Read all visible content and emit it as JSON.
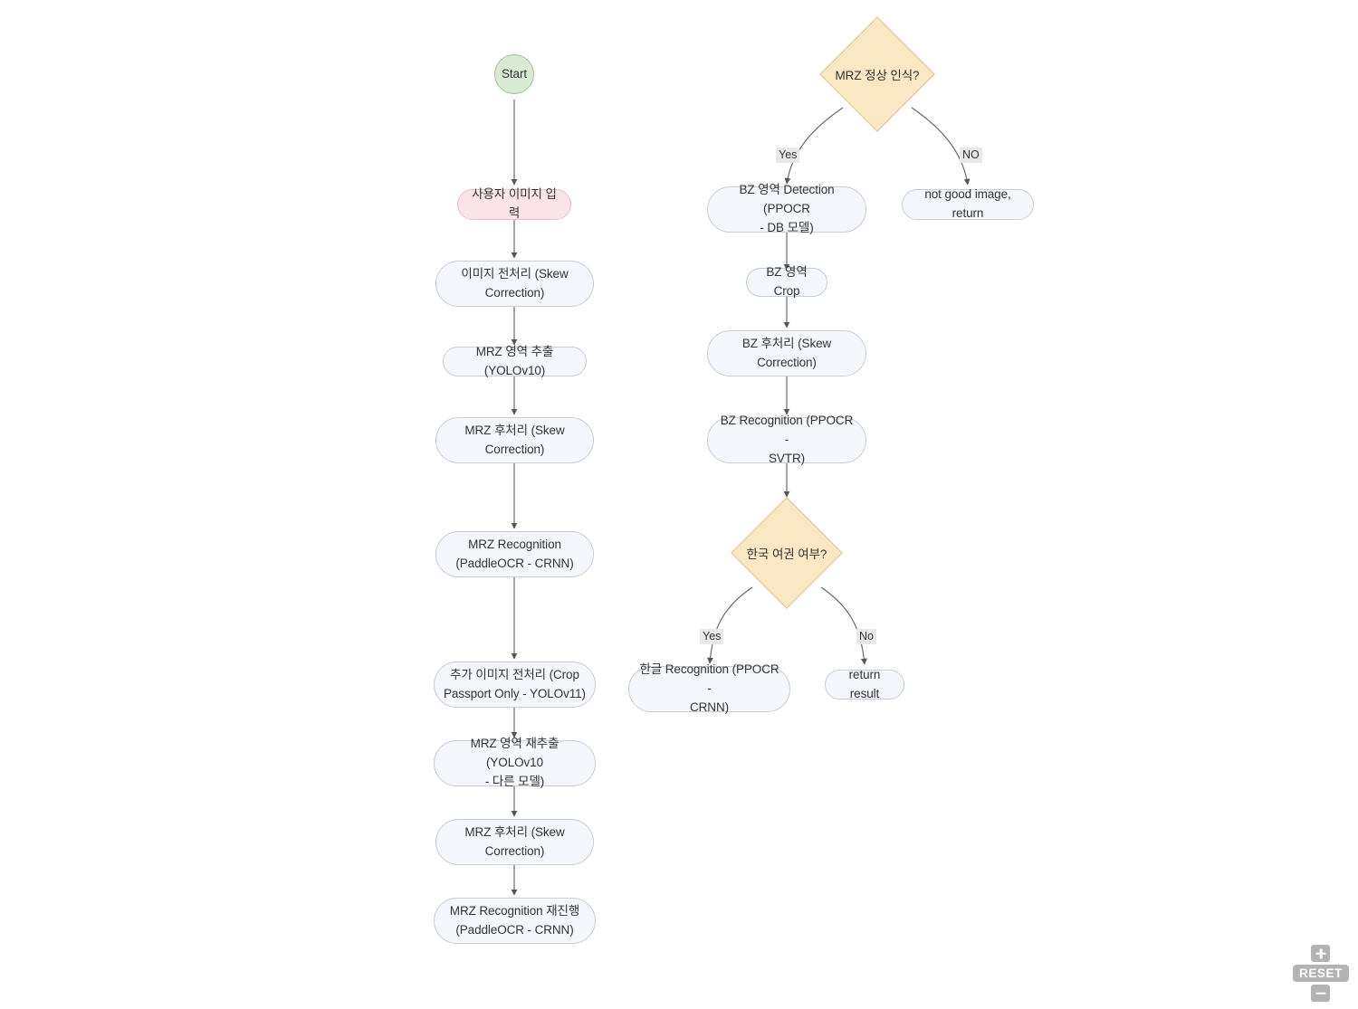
{
  "diagram": {
    "type": "flowchart",
    "title": "Passport MRZ / BZ OCR Pipeline",
    "background": "#ffffff",
    "colors": {
      "process_fill": "#f4f8fc",
      "process_stroke": "#c9cdd4",
      "start_fill": "#d9ead3",
      "start_stroke": "#a8bfa0",
      "input_fill": "#fbe4e8",
      "input_stroke": "#e7bfc8",
      "decision_fill": "#fae7c3",
      "decision_stroke": "#e0c79a",
      "edge_stroke": "#666666",
      "edge_label_bg": "#e8e8e8",
      "text": "#333333"
    },
    "nodes": {
      "start": {
        "label": "Start",
        "shape": "circle",
        "style": "start"
      },
      "user_image_input": {
        "label": "사용자 이미지 입력",
        "shape": "stadium",
        "style": "input"
      },
      "image_preprocess": {
        "label": "이미지 전처리 (Skew\nCorrection)",
        "shape": "stadium",
        "style": "process"
      },
      "mrz_extract": {
        "label": "MRZ 영역 추출 (YOLOv10)",
        "shape": "stadium",
        "style": "process"
      },
      "mrz_postprocess": {
        "label": "MRZ 후처리 (Skew\nCorrection)",
        "shape": "stadium",
        "style": "process"
      },
      "mrz_recognition": {
        "label": "MRZ Recognition\n(PaddleOCR - CRNN)",
        "shape": "stadium",
        "style": "process"
      },
      "extra_preprocess": {
        "label": "추가 이미지 전처리 (Crop\nPassport Only - YOLOv11)",
        "shape": "stadium",
        "style": "process"
      },
      "mrz_reextract": {
        "label": "MRZ 영역 재추출 (YOLOv10\n- 다른 모델)",
        "shape": "stadium",
        "style": "process"
      },
      "mrz_postprocess2": {
        "label": "MRZ 후처리 (Skew\nCorrection)",
        "shape": "stadium",
        "style": "process"
      },
      "mrz_recognition_retry": {
        "label": "MRZ Recognition 재진행\n(PaddleOCR - CRNN)",
        "shape": "stadium",
        "style": "process"
      },
      "mrz_check": {
        "label": "MRZ 정상 인식?",
        "shape": "diamond",
        "style": "decision"
      },
      "bz_detection": {
        "label": "BZ 영역 Detection (PPOCR\n- DB 모델)",
        "shape": "stadium",
        "style": "process"
      },
      "not_good_image": {
        "label": "not good image, return",
        "shape": "stadium",
        "style": "process"
      },
      "bz_crop": {
        "label": "BZ 영역 Crop",
        "shape": "stadium",
        "style": "process"
      },
      "bz_postprocess": {
        "label": "BZ 후처리 (Skew\nCorrection)",
        "shape": "stadium",
        "style": "process"
      },
      "bz_recognition": {
        "label": "BZ Recognition (PPOCR -\nSVTR)",
        "shape": "stadium",
        "style": "process"
      },
      "korea_passport_check": {
        "label": "한국 여권 여부?",
        "shape": "diamond",
        "style": "decision"
      },
      "hangul_recognition": {
        "label": "한글 Recognition (PPOCR -\nCRNN)",
        "shape": "stadium",
        "style": "process"
      },
      "return_result": {
        "label": "return result",
        "shape": "stadium",
        "style": "process"
      }
    },
    "edges": [
      {
        "from": "start",
        "to": "user_image_input",
        "label": ""
      },
      {
        "from": "user_image_input",
        "to": "image_preprocess",
        "label": ""
      },
      {
        "from": "image_preprocess",
        "to": "mrz_extract",
        "label": ""
      },
      {
        "from": "mrz_extract",
        "to": "mrz_postprocess",
        "label": ""
      },
      {
        "from": "mrz_postprocess",
        "to": "mrz_recognition",
        "label": ""
      },
      {
        "from": "mrz_recognition",
        "to": "extra_preprocess",
        "label": ""
      },
      {
        "from": "extra_preprocess",
        "to": "mrz_reextract",
        "label": ""
      },
      {
        "from": "mrz_reextract",
        "to": "mrz_postprocess2",
        "label": ""
      },
      {
        "from": "mrz_postprocess2",
        "to": "mrz_recognition_retry",
        "label": ""
      },
      {
        "from": "mrz_check",
        "to": "bz_detection",
        "label": "Yes"
      },
      {
        "from": "mrz_check",
        "to": "not_good_image",
        "label": "NO"
      },
      {
        "from": "bz_detection",
        "to": "bz_crop",
        "label": ""
      },
      {
        "from": "bz_crop",
        "to": "bz_postprocess",
        "label": ""
      },
      {
        "from": "bz_postprocess",
        "to": "bz_recognition",
        "label": ""
      },
      {
        "from": "bz_recognition",
        "to": "korea_passport_check",
        "label": ""
      },
      {
        "from": "korea_passport_check",
        "to": "hangul_recognition",
        "label": "Yes"
      },
      {
        "from": "korea_passport_check",
        "to": "return_result",
        "label": "No"
      }
    ]
  },
  "controls": {
    "zoom_in_label": "+",
    "reset_label": "RESET",
    "zoom_out_label": "−"
  }
}
